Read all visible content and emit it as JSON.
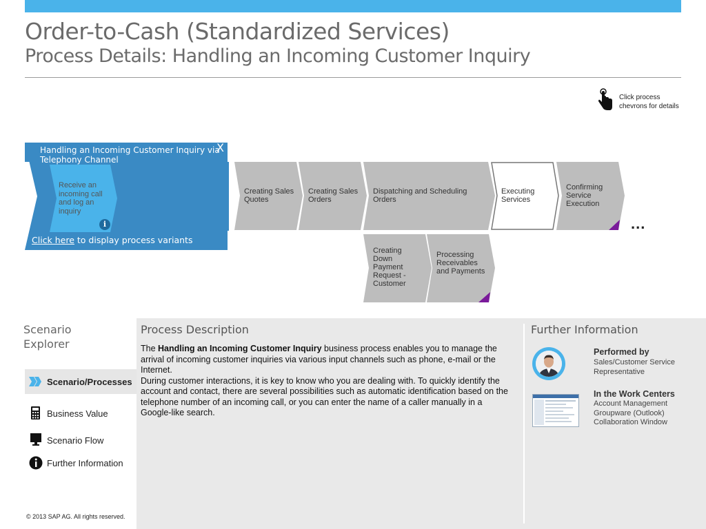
{
  "header": {
    "title": "Order-to-Cash (Standardized Services)",
    "subtitle": "Process Details: Handling an Incoming Customer Inquiry"
  },
  "hint": {
    "icon": "pointing-hand-icon",
    "text": "Click process chevrons for details"
  },
  "selected_process": {
    "title": "Handling an Incoming Customer Inquiry via Telephony Channel",
    "close_label": "X",
    "step_label": "Receive an incoming call and log an inquiry",
    "info_icon": "info-icon",
    "info_glyph": "i",
    "variants_link": "Click here",
    "variants_rest": " to display process variants"
  },
  "chevrons": {
    "creating_sales_quotes": "Creating Sales Quotes",
    "creating_sales_orders": "Creating Sales Orders",
    "dispatching": "Dispatching and Scheduling Orders",
    "executing_services": "Executing Services",
    "confirming": "Confirming Service Execution",
    "down_payment": "Creating Down Payment Request - Customer",
    "receivables": "Processing Receivables and Payments",
    "more": "..."
  },
  "explorer": {
    "title": "Scenario Explorer",
    "items": [
      {
        "label": "Scenario/Processes",
        "icon": "double-chevron-icon",
        "active": true
      },
      {
        "label": "Business Value",
        "icon": "calculator-icon",
        "active": false
      },
      {
        "label": "Scenario Flow",
        "icon": "monitor-icon",
        "active": false
      },
      {
        "label": "Further Information",
        "icon": "info-icon",
        "active": false
      }
    ],
    "copyright": "©  2013 SAP AG. All rights reserved."
  },
  "process_description": {
    "title": "Process Description",
    "p1_before": "The ",
    "p1_bold": "Handling an Incoming Customer Inquiry",
    "p1_after": " business process enables you to manage the arrival of incoming customer inquiries via various input channels such as phone, e-mail or the Internet.",
    "p2": "During customer interactions, it is key to know who you are dealing with. To quickly identify the account and contact, there are several possibilities such as automatic identification based on the telephone number of an incoming call, or you can enter the name of a caller manually in a Google-like search."
  },
  "further_information": {
    "title": "Further Information",
    "performed_by_label": "Performed by",
    "performed_by_value": "Sales/Customer Service Representative",
    "work_centers_label": "In the Work Centers",
    "work_centers": [
      "Account Management",
      "Groupware (Outlook)",
      "Collaboration Window"
    ]
  },
  "colors": {
    "accent_blue": "#4ab3ea",
    "selected_blue": "#3a8ac4",
    "chevron_gray": "#bdbdbd",
    "purple_marker": "#7a1a9a"
  }
}
